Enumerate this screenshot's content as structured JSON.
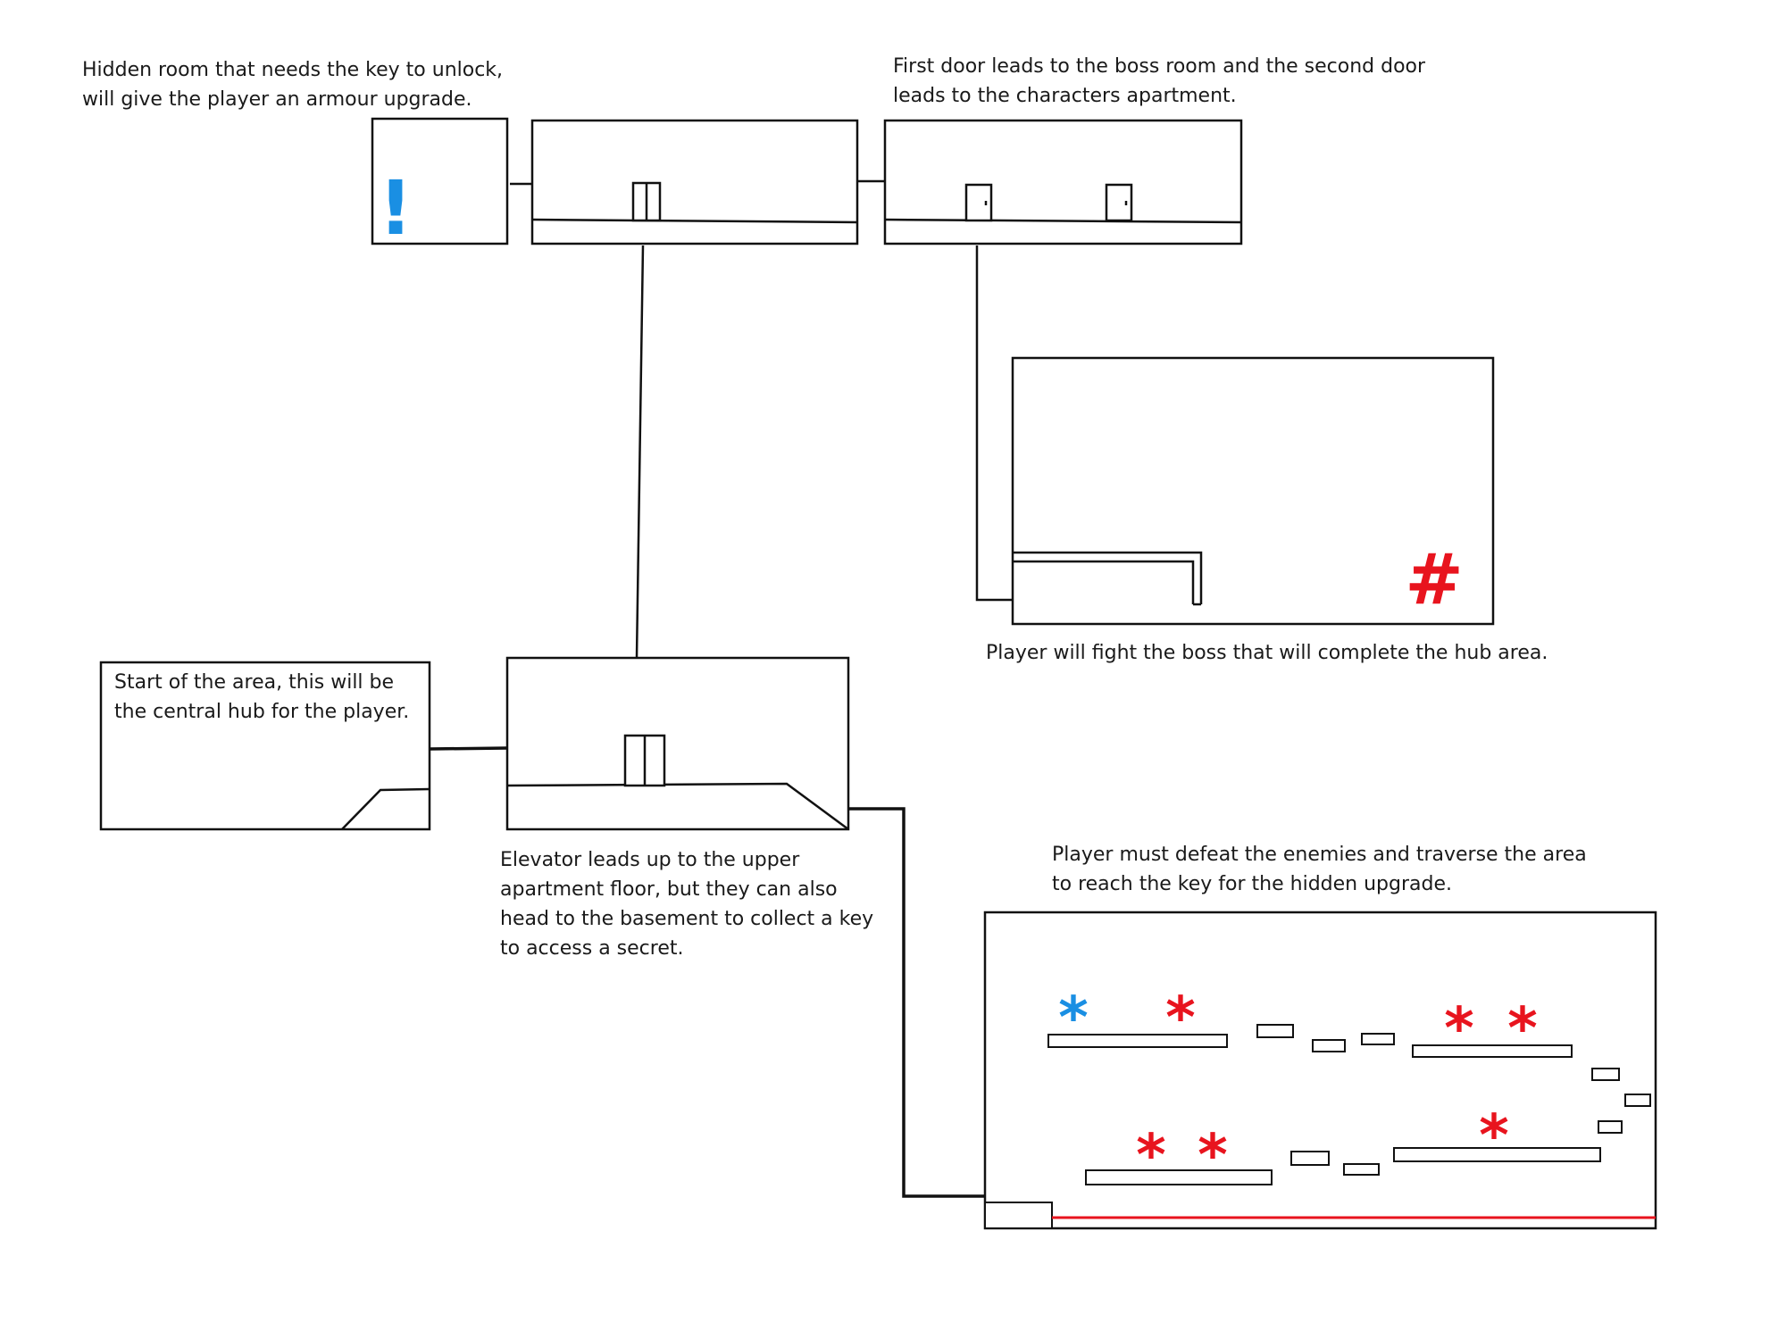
{
  "notes": {
    "hidden_room": "Hidden room that needs the key to unlock,\nwill give the player an armour upgrade.",
    "doors": "First door leads to the boss room and the second door\nleads to the characters apartment.",
    "boss": "Player will fight the boss that will complete the hub area.",
    "start": "Start of the area, this will be\nthe central hub for the player.",
    "elevator": "Elevator leads up to the upper\napartment floor, but they can also\nhead to the basement to collect a key\nto access a secret.",
    "basement": "Player must defeat the enemies and traverse the area\nto reach the key for the hidden upgrade."
  },
  "markers": {
    "upgrade_symbol": "!",
    "boss_symbol": "#",
    "key_symbol": "*",
    "enemy_symbol": "*"
  },
  "colors": {
    "line": "#111111",
    "key_blue": "#1a8fe3",
    "enemy_red": "#e8141e",
    "hazard_red": "#e8141e"
  }
}
